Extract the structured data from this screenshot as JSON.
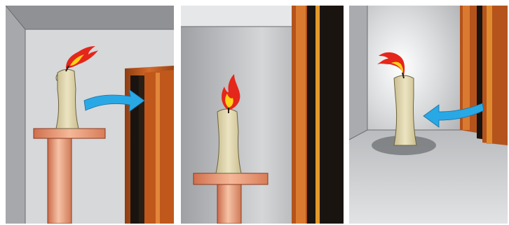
{
  "figure": {
    "panels": [
      {
        "id": "panel-1",
        "scene": "candle-flame-leaning-right",
        "arrow_direction": "toward-door"
      },
      {
        "id": "panel-2",
        "scene": "candle-flame-upright",
        "arrow_direction": "none"
      },
      {
        "id": "panel-3",
        "scene": "candle-flame-leaning-left",
        "arrow_direction": "from-door"
      }
    ],
    "colors": {
      "wall": "#d4d6d8",
      "door_frame": "#b5531c",
      "door_gap": "#1a1410",
      "flame_outer": "#e5261a",
      "flame_inner": "#ffd21a",
      "candle": "#e0d6ad",
      "holder": "#e8967a",
      "arrow": "#29a8e6"
    }
  }
}
